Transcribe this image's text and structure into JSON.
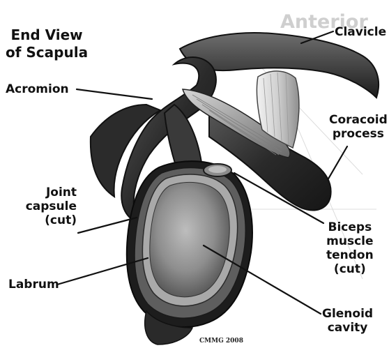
{
  "title": {
    "line1": "End View",
    "line2": "of Scapula"
  },
  "watermark": "Anterior",
  "credit": "CMMG 2008",
  "labels": {
    "clavicle": "Clavicle",
    "acromion": "Acromion",
    "coracoid": [
      "Coracoid",
      "process"
    ],
    "joint_capsule": [
      "Joint",
      "capsule",
      "(cut)"
    ],
    "labrum": "Labrum",
    "biceps": [
      "Biceps",
      "muscle",
      "tendon",
      "(cut)"
    ],
    "glenoid": [
      "Glenoid",
      "cavity"
    ]
  },
  "colors": {
    "bone_dark": "#1f1f1f",
    "bone_mid": "#4a4a4a",
    "capsule_gray": "#8a8a8a",
    "tendon_light": "#e6e6e6",
    "leader": "#111111"
  }
}
